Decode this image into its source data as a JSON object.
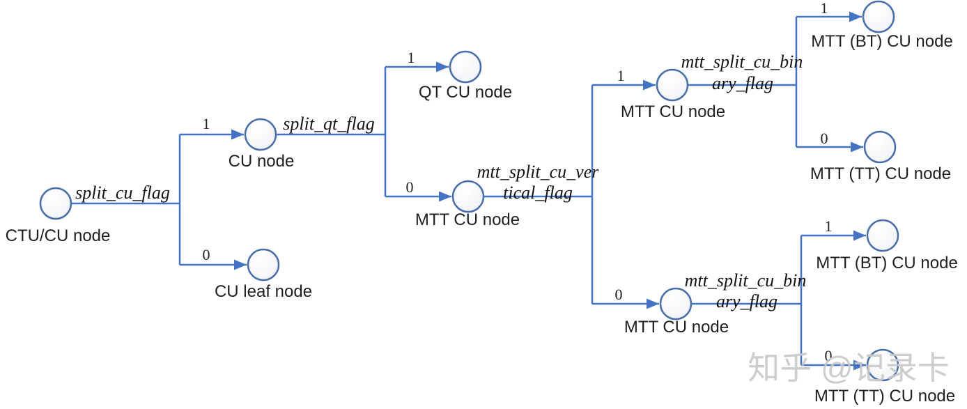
{
  "diagram_type": "cu-split-decision-tree",
  "colors": {
    "edge": "#4472c4",
    "node_stroke": "#4a6fa8",
    "node_fill_light": "#ffffff",
    "node_fill_shade": "#eff1f5",
    "label_text": "#1f1f1f",
    "watermark": "#c9c9c9",
    "background": "#ffffff"
  },
  "nodes": {
    "ctu_cu": "CTU/CU node",
    "cu": "CU node",
    "cu_leaf": "CU leaf node",
    "qt_cu": "QT CU node",
    "mtt_cu": "MTT CU node",
    "mtt_bt_cu": "MTT (BT) CU node",
    "mtt_tt_cu": "MTT (TT) CU node"
  },
  "flags": {
    "split_cu": "split_cu_flag",
    "split_qt": "split_qt_flag",
    "mtt_vertical_l1": "mtt_split_cu_ver",
    "mtt_vertical_l2": "tical_flag",
    "mtt_binary_l1": "mtt_split_cu_bin",
    "mtt_binary_l2": "ary_flag"
  },
  "branch": {
    "one": "1",
    "zero": "0"
  },
  "watermark": "知乎 @记录卡"
}
